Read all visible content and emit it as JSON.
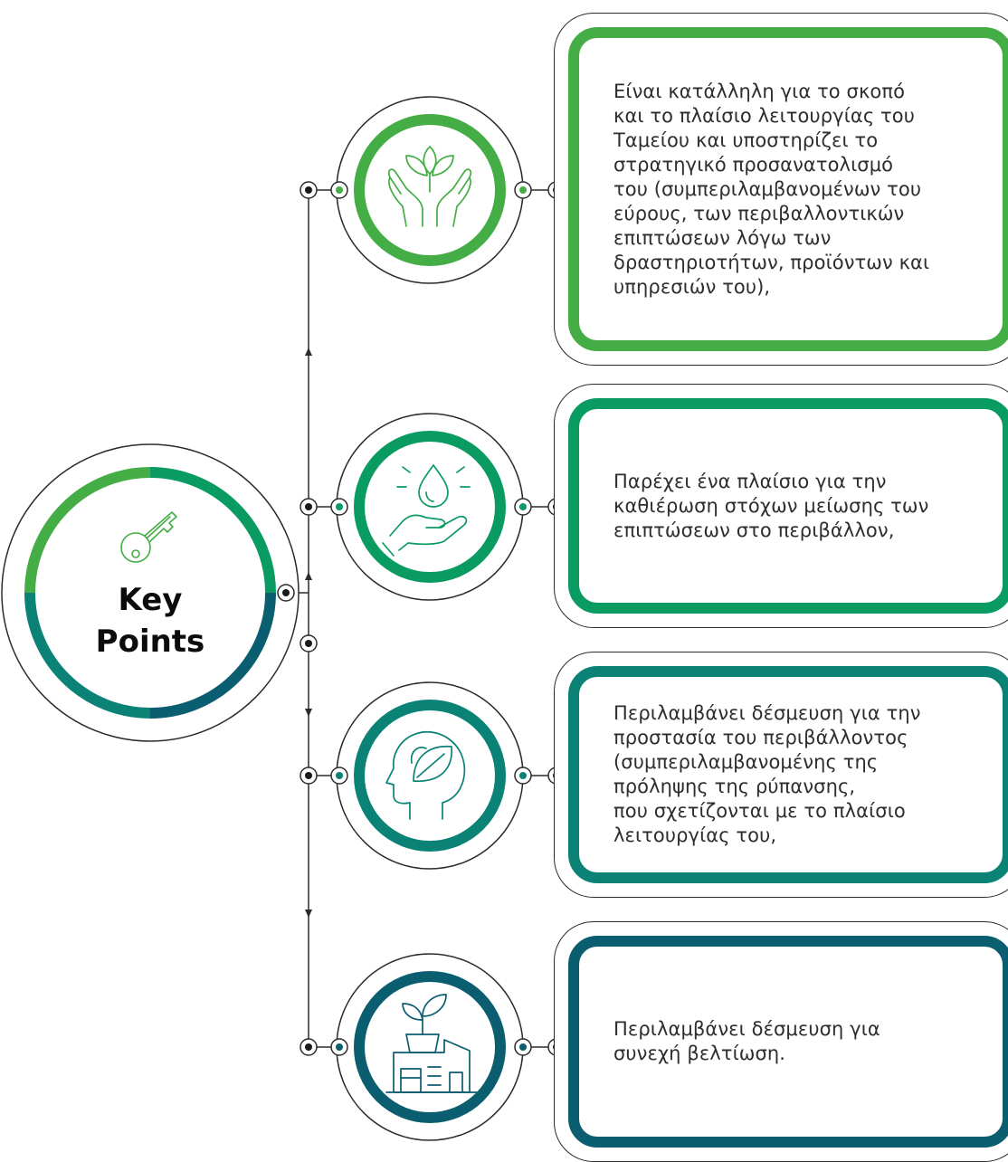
{
  "center": {
    "title": "Key\nPoints",
    "icon": "key-icon"
  },
  "colors": {
    "light_green": "#45AD45",
    "green": "#0A9B62",
    "teal": "#0B8276",
    "petrol": "#0B5D70",
    "line": "#2b2b2b"
  },
  "items": [
    {
      "icon": "hands-plant-icon",
      "color": "#45AD45",
      "text": "Είναι κατάλληλη για το σκοπό\nκαι το πλαίσιο λειτουργίας του\nΤαμείου και υποστηρίζει το\nστρατηγικό προσανατολισμό\nτου (συμπεριλαμβανομένων του\nεύρους, των περιβαλλοντικών\nεπιπτώσεων λόγω των\nδραστηριοτήτων, προϊόντων και\nυπηρεσιών του),"
    },
    {
      "icon": "hand-water-drop-icon",
      "color": "#0A9B62",
      "text": "Παρέχει ένα πλαίσιο για την\nκαθιέρωση στόχων μείωσης των\nεπιπτώσεων στο περιβάλλον,"
    },
    {
      "icon": "head-leaf-icon",
      "color": "#0B8276",
      "text": "Περιλαμβάνει δέσμευση για την\nπροστασία του περιβάλλοντος\n(συμπεριλαμβανομένης της\nπρόληψης της ρύπανσης,\nπου σχετίζονται με το πλαίσιο\nλειτουργίας του,"
    },
    {
      "icon": "factory-plant-icon",
      "color": "#0B5D70",
      "text": "Περιλαμβάνει δέσμευση για\nσυνεχή βελτίωση."
    }
  ]
}
